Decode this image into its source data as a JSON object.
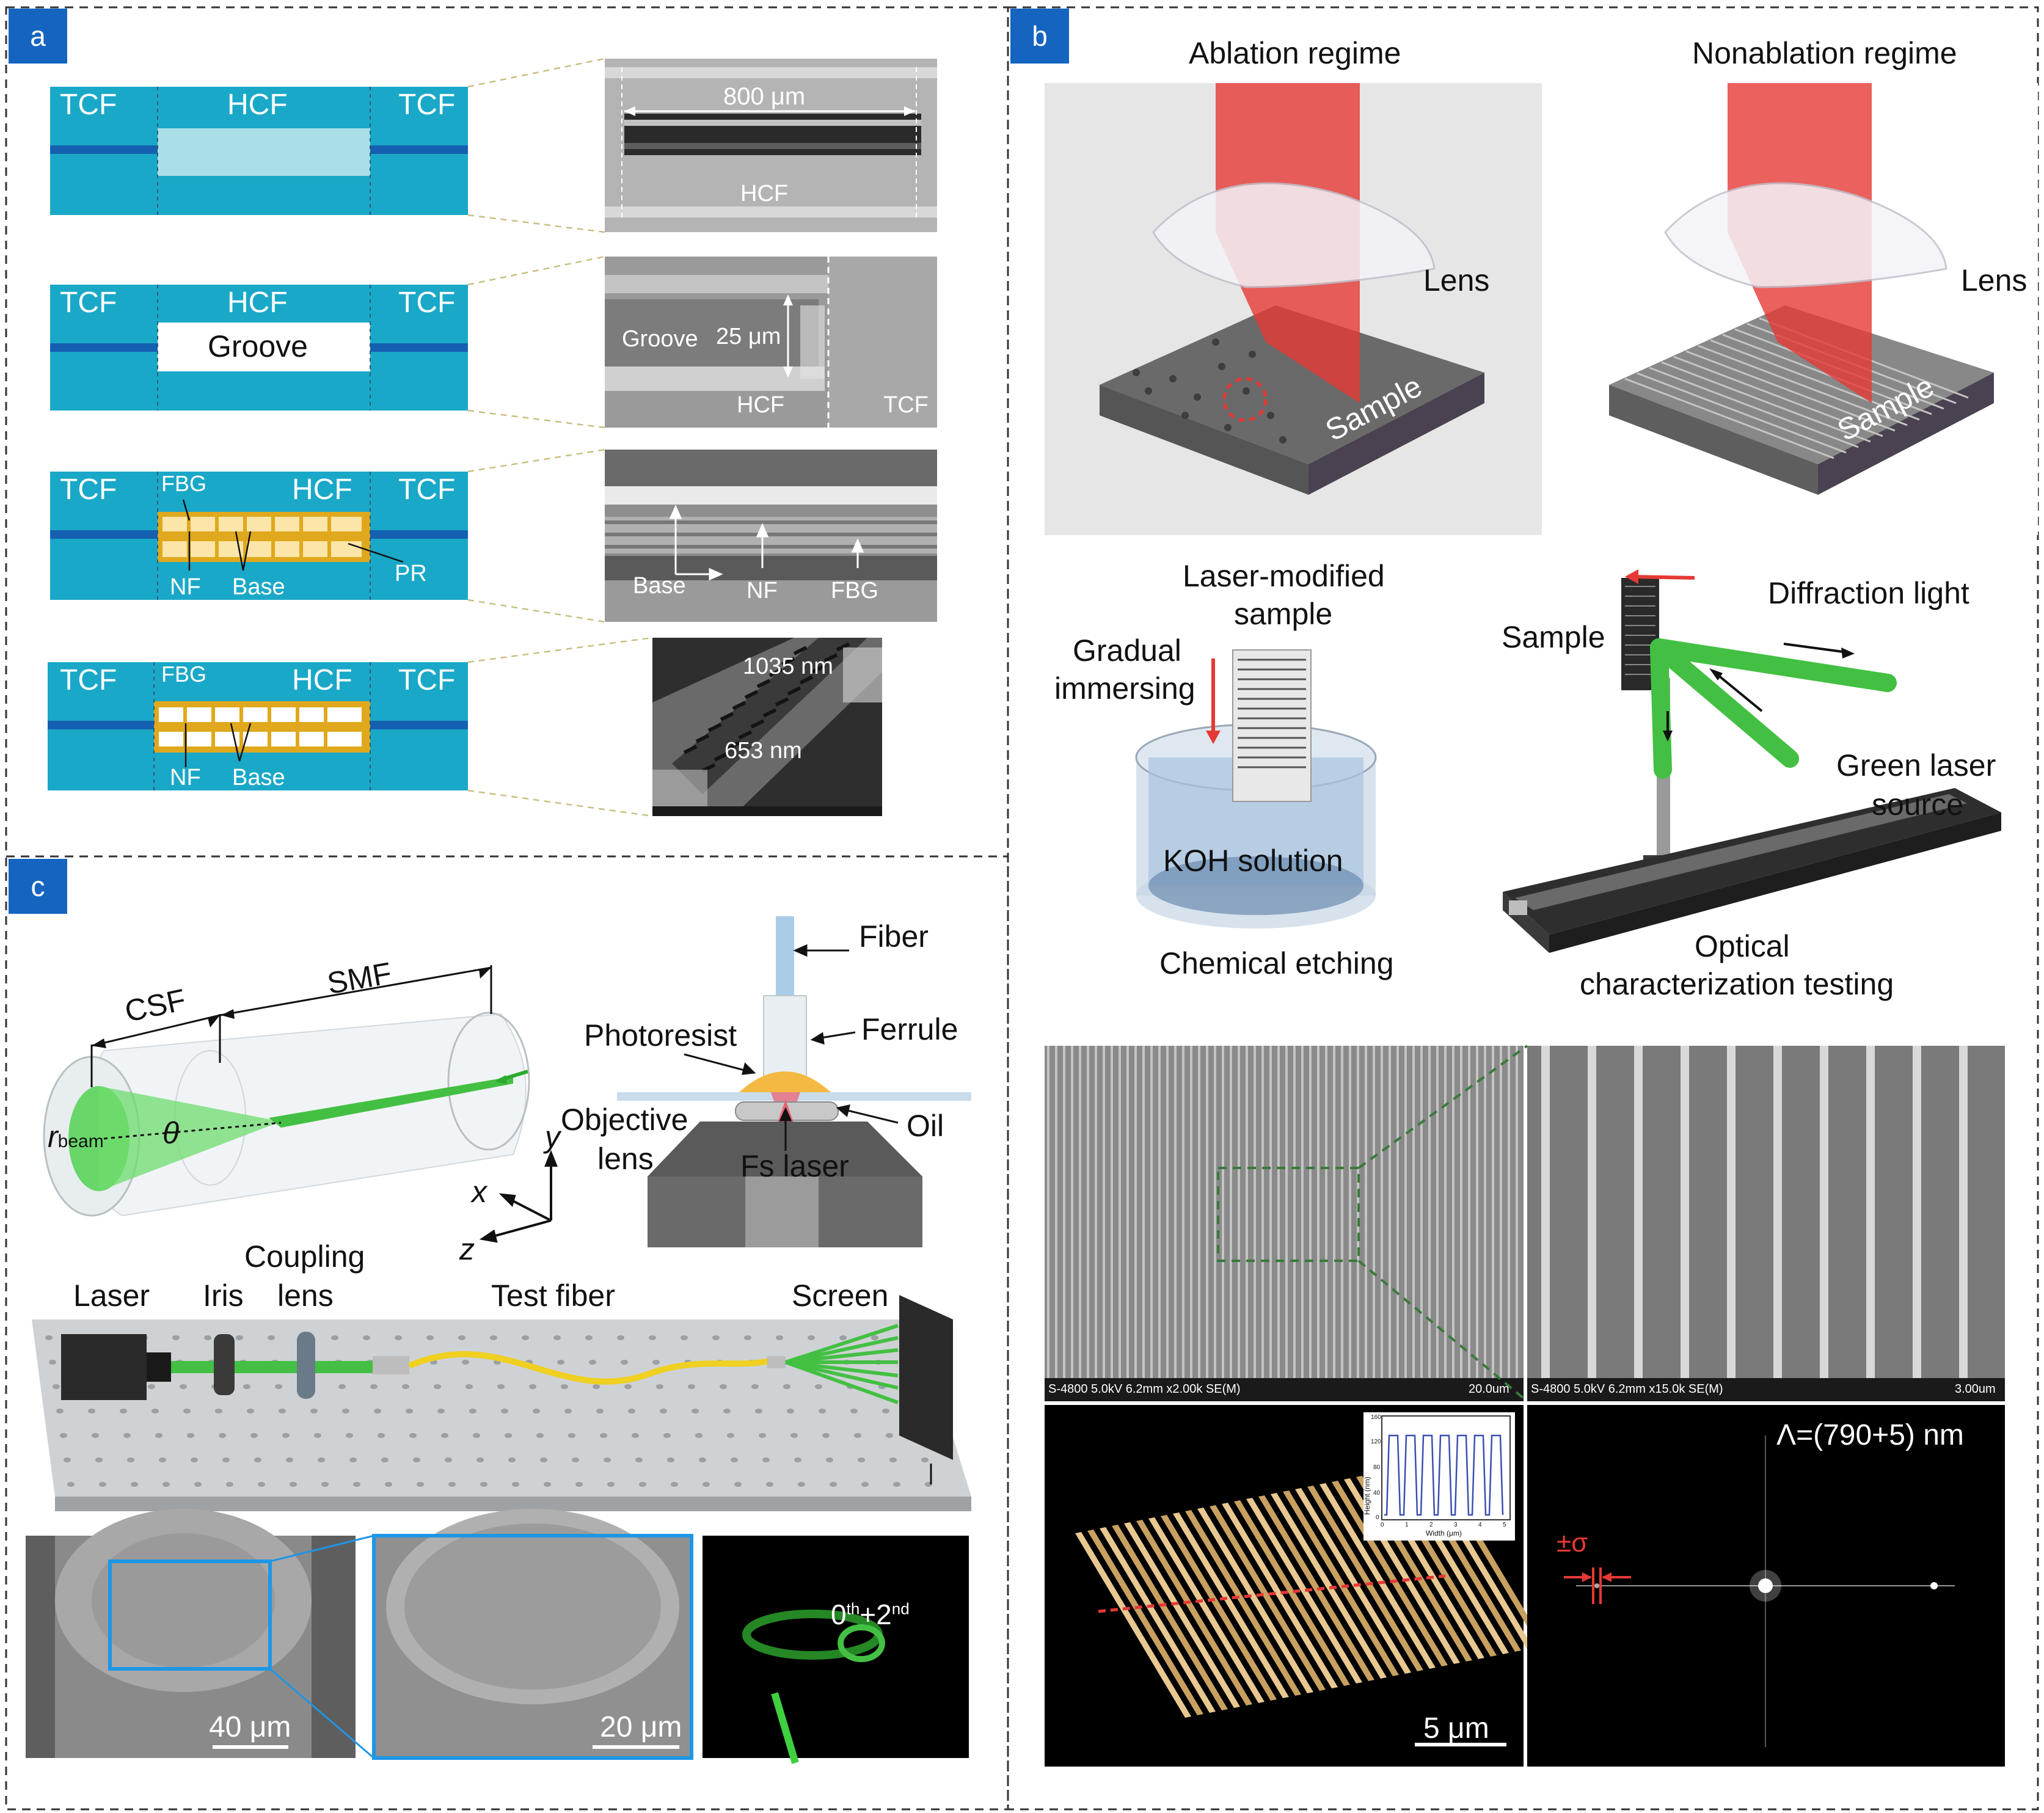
{
  "panels": {
    "a": {
      "tag": "a",
      "diagrams": [
        {
          "left": "TCF",
          "mid": "HCF",
          "right": "TCF"
        },
        {
          "left": "TCF",
          "mid": "HCF",
          "right": "TCF",
          "cavity": "Groove"
        },
        {
          "left": "TCF",
          "mid": "HCF",
          "right": "TCF",
          "fbg": "FBG",
          "nf": "NF",
          "base": "Base",
          "pr": "PR"
        },
        {
          "left": "TCF",
          "mid": "HCF",
          "right": "TCF",
          "fbg": "FBG",
          "nf": "NF",
          "base": "Base"
        }
      ],
      "micrographs": {
        "m1": {
          "length": "800 μm",
          "hcf": "HCF"
        },
        "m2": {
          "groove": "Groove",
          "depth": "25 μm",
          "hcf": "HCF",
          "tcf": "TCF"
        },
        "m3": {
          "base": "Base",
          "nf": "NF",
          "fbg": "FBG"
        },
        "m4": {
          "d1": "1035 nm",
          "d2": "653 nm"
        }
      }
    },
    "b": {
      "tag": "b",
      "ablation_title": "Ablation regime",
      "nonablation_title": "Nonablation regime",
      "lens": "Lens",
      "sample": "Sample",
      "etch": {
        "laser_modified_1": "Laser-modified",
        "laser_modified_2": "sample",
        "gradual_1": "Gradual",
        "gradual_2": "immersing",
        "koh": "KOH solution",
        "caption": "Chemical etching"
      },
      "optical": {
        "sample": "Sample",
        "diffraction": "Diffraction light",
        "green_1": "Green laser",
        "green_2": "source",
        "caption_1": "Optical",
        "caption_2": "characterization testing"
      },
      "sem": {
        "info_left": "S-4800 5.0kV 6.2mm x2.00k SE(M)",
        "scale_left": "20.0um",
        "info_right": "S-4800 5.0kV 6.2mm x15.0k SE(M)",
        "scale_right": "3.00um"
      },
      "afm": {
        "scale": "5 μm",
        "inset_ylabel": "Height (nm)",
        "inset_xlabel": "Width (μm)",
        "inset_yticks": [
          "160",
          "120",
          "80",
          "40",
          "0"
        ],
        "inset_xticks": [
          "0",
          "1",
          "2",
          "3",
          "4",
          "5"
        ]
      },
      "fft": {
        "period": "Λ=(790+5) nm",
        "sigma": "±σ"
      }
    },
    "c": {
      "tag": "c",
      "fiber": {
        "csf": "CSF",
        "smf": "SMF",
        "r": "r",
        "r_sub": "beam",
        "theta": "θ",
        "x": "x",
        "y": "y",
        "z": "z"
      },
      "writing": {
        "fiber": "Fiber",
        "ferrule": "Ferrule",
        "photoresist": "Photoresist",
        "objective_1": "Objective",
        "objective_2": "lens",
        "oil": "Oil",
        "fs": "Fs laser"
      },
      "setup": {
        "laser": "Laser",
        "iris": "Iris",
        "coupling_1": "Coupling",
        "coupling_2": "lens",
        "test_fiber": "Test fiber",
        "screen": "Screen"
      },
      "images": {
        "scale1": "40 μm",
        "scale2": "20 μm",
        "order": "0",
        "order_sup1": "th",
        "order_plus": "+2",
        "order_sup2": "nd"
      }
    }
  }
}
